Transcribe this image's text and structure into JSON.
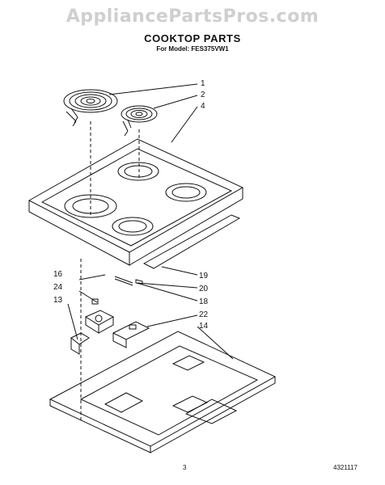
{
  "watermark": "AppliancePartsPros.com",
  "title": "COOKTOP PARTS",
  "subtitle": "For Model: FES375VW1",
  "page_number": "3",
  "document_number": "4321117",
  "callouts": [
    "1",
    "2",
    "4",
    "16",
    "19",
    "20",
    "24",
    "18",
    "13",
    "22",
    "14"
  ]
}
